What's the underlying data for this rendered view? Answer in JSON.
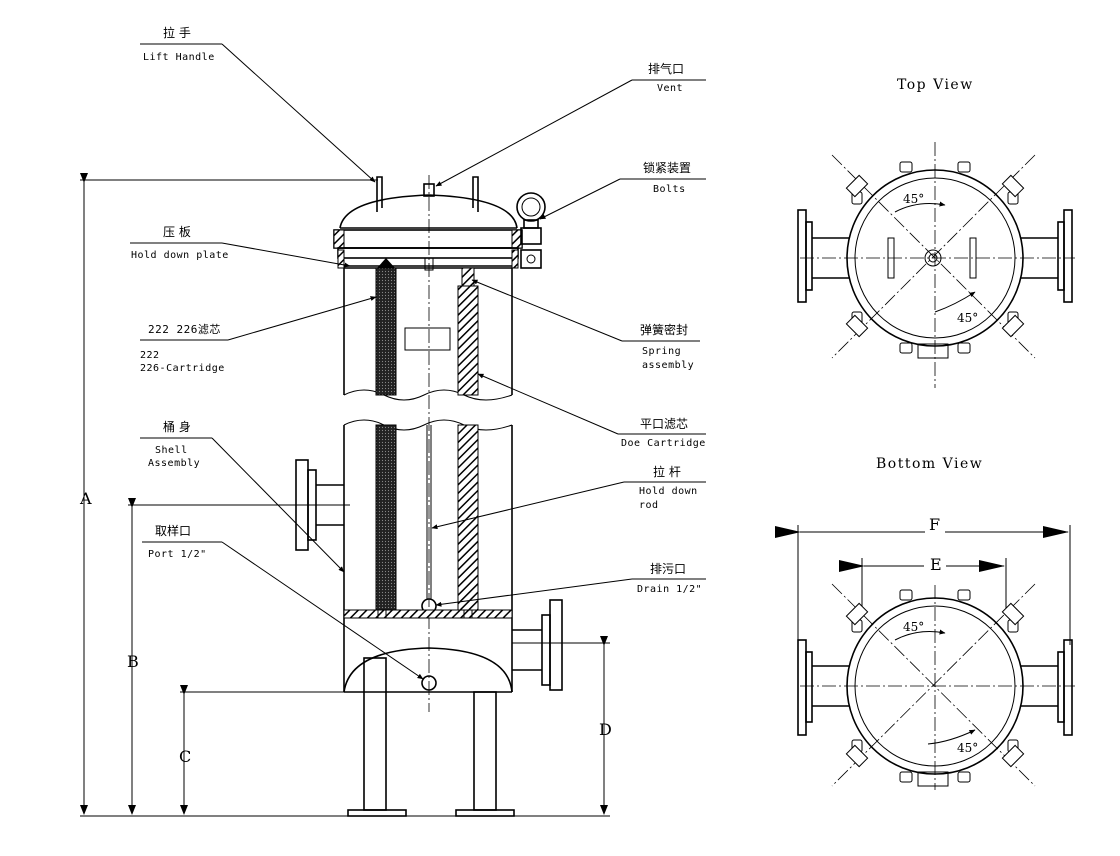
{
  "callouts": {
    "lift_handle": {
      "cn": "拉 手",
      "en": "Lift Handle"
    },
    "vent": {
      "cn": "排气口",
      "en": "Vent"
    },
    "bolts": {
      "cn": "锁紧装置",
      "en": "Bolts"
    },
    "hold_down_plate": {
      "cn": "压 板",
      "en": "Hold down plate"
    },
    "cartridge_222": {
      "cn": "222 226滤芯",
      "en1": "222",
      "en2": "226-Cartridge"
    },
    "spring": {
      "cn": "弹簧密封",
      "en1": "Spring",
      "en2": "assembly"
    },
    "doe_cartridge": {
      "cn": "平口滤芯",
      "en": "Doe Cartridge"
    },
    "shell": {
      "cn": "桶 身",
      "en1": "Shell",
      "en2": "Assembly"
    },
    "hold_down_rod": {
      "cn": "拉 杆",
      "en1": "Hold down",
      "en2": "rod"
    },
    "port": {
      "cn": "取样口",
      "en": "Port 1/2\""
    },
    "drain": {
      "cn": "排污口",
      "en": "Drain 1/2\""
    }
  },
  "views": {
    "top": {
      "title": "Top View",
      "angle1": "45°",
      "angle2": "45°"
    },
    "bottom": {
      "title": "Bottom View",
      "angle1": "45°",
      "angle2": "45°"
    }
  },
  "dimensions": {
    "a": "A",
    "b": "B",
    "c": "C",
    "d": "D",
    "e": "E",
    "f": "F"
  }
}
